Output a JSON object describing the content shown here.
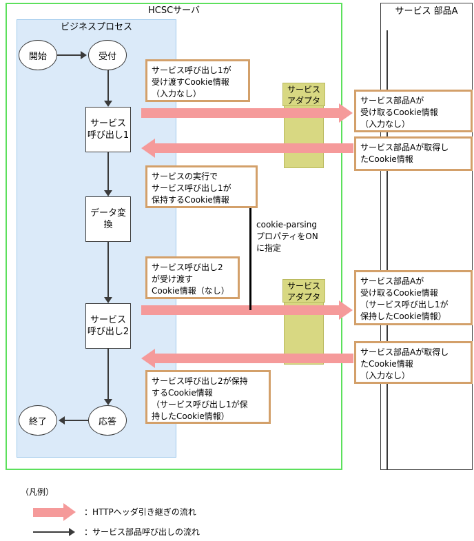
{
  "diagram": {
    "hcsc_server_title": "HCSCサーバ",
    "business_process_title": "ビジネスプロセス",
    "service_part_title": "サービス\n部品A"
  },
  "flow_nodes": {
    "start": "開始",
    "accept": "受付",
    "service_call_1": "サービス\n呼び出し1",
    "data_convert": "データ変換",
    "service_call_2": "サービス\n呼び出し2",
    "response": "応答",
    "end": "終了"
  },
  "adapters": {
    "adapter_1_label": "サービス\nアダプタ",
    "adapter_2_label": "サービス\nアダプタ"
  },
  "notes": {
    "note_call1_send": "サービス呼び出し1が\n受け渡すCookie情報\n（入力なし）",
    "note_call1_hold": "サービスの実行で\nサービス呼び出し1が\n保持するCookie情報",
    "note_call2_send": "サービス呼び出し2\nが受け渡す\nCookie情報（なし）",
    "note_call2_hold": "サービス呼び出し2が保持\nするCookie情報\n（サービス呼び出し1が保\n持したCookie情報）",
    "note_partA_recv_1": "サービス部品Aが\n受け取るCookie情報\n（入力なし）",
    "note_partA_got_1": "サービス部品Aが取得し\nたCookie情報",
    "note_partA_recv_2": "サービス部品Aが\n受け取るCookie情報\n（サービス呼び出し1が\n保持したCookie情報）",
    "note_partA_got_2": "サービス部品Aが取得し\nたCookie情報\n（入力なし）"
  },
  "annotations": {
    "cookie_parsing": "cookie-parsing\nプロパティをON\nに指定"
  },
  "legend": {
    "title": "（凡例）",
    "http_flow_label": "：HTTPヘッダ引き継ぎの流れ",
    "service_call_flow_label": "：サービス部品呼び出しの流れ"
  },
  "colors": {
    "hcsc_border": "#5ce05c",
    "business_process_fill": "#dbeaf9",
    "business_process_border": "#9ec9ec",
    "note_border": "#d3a06a",
    "adapter_fill": "#d8d882",
    "pink_arrow": "#f59a9a",
    "line": "#3a3a3a"
  }
}
